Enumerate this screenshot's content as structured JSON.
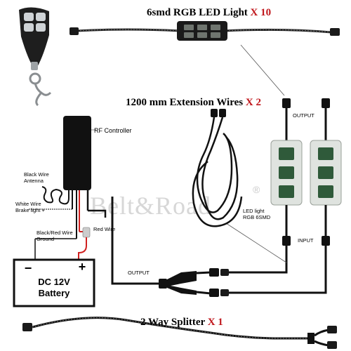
{
  "titles": {
    "led_light": {
      "text": "6smd RGB LED Light ",
      "mult": "X 10"
    },
    "extension": {
      "text": "1200 mm Extension Wires ",
      "mult": "X 2"
    },
    "splitter": {
      "text": "2 Way Splitter ",
      "mult": "X 1"
    }
  },
  "labels": {
    "rf_controller": "RF Controller",
    "black_wire": "Black Wire",
    "antenna": "Antenna",
    "white_wire": "White Wire",
    "brake_light": "Brake light +",
    "black_red_wire": "Black/Red Wire",
    "ground": "Ground",
    "red_wire": "Red Wire",
    "output_top": "OUTPUT",
    "output_bottom": "OUTPUT",
    "input": "INPUT",
    "led_light_caption_1": "LED light",
    "led_light_caption_2": "RGB 6SMD"
  },
  "battery": {
    "minus": "−",
    "plus": "+",
    "line1": "DC 12V",
    "line2": "Battery"
  },
  "watermark": "Belt&Road",
  "registered_mark": "®",
  "colors": {
    "title_multiplier": "#c0171c",
    "wire_black": "#111111",
    "wire_red": "#d0201f",
    "led_panel": "#dfe3df",
    "led_cell": "#2f5a3a"
  }
}
